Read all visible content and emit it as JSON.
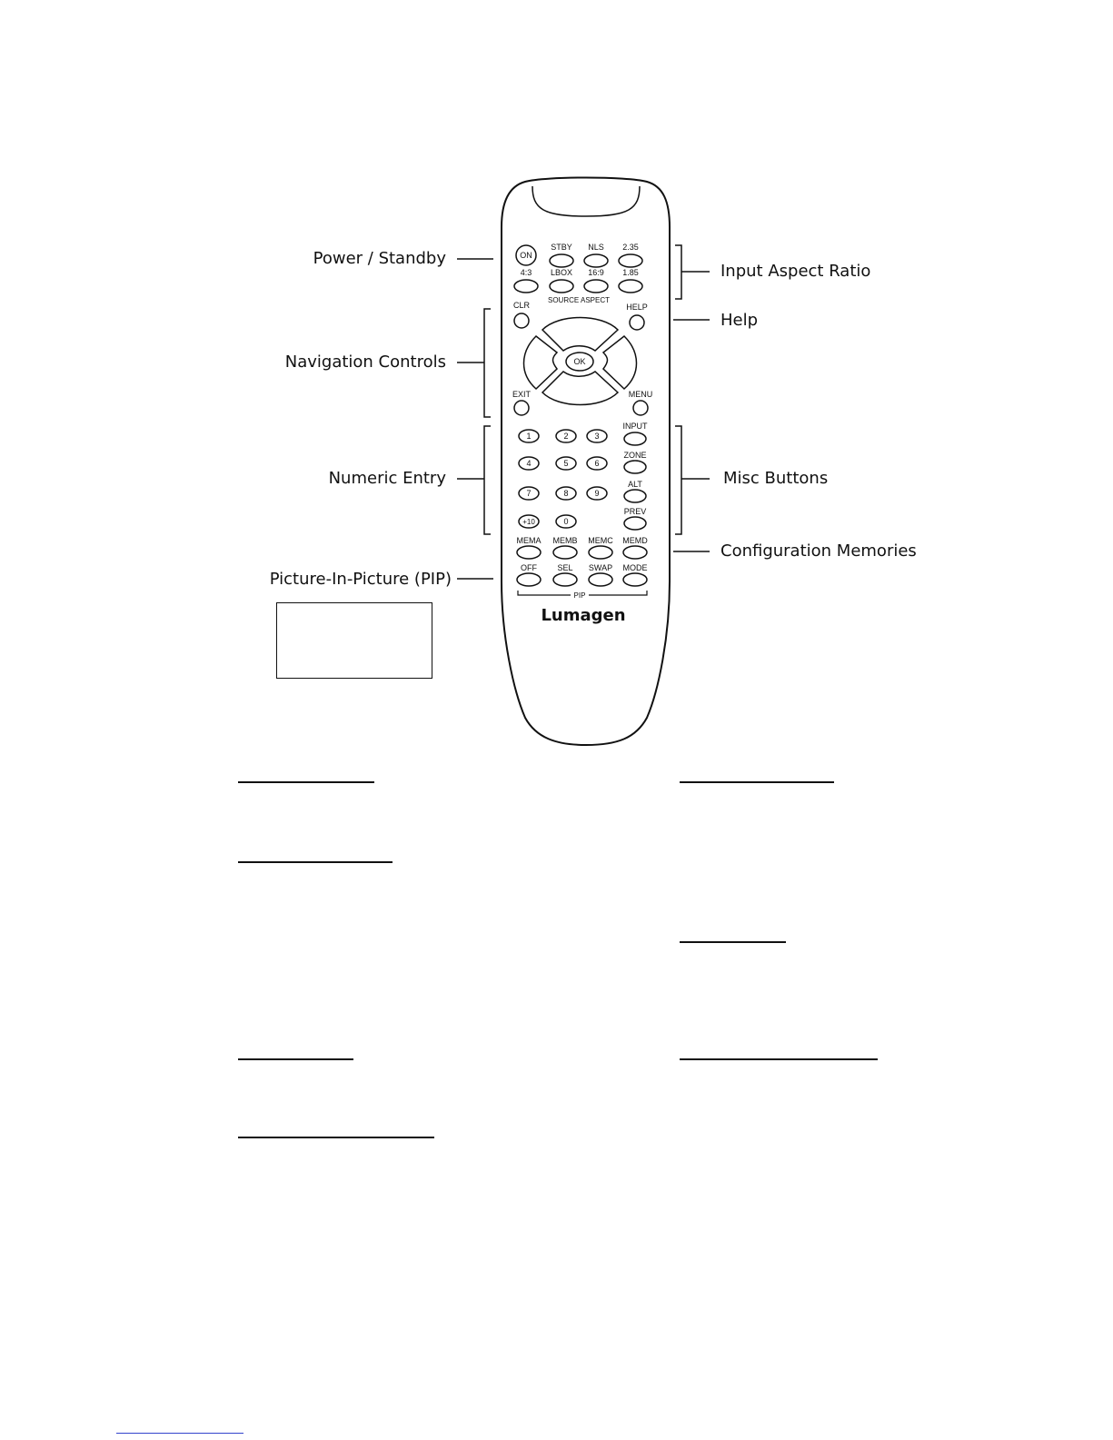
{
  "callouts": {
    "power_standby": "Power / Standby",
    "navigation_controls": "Navigation Controls",
    "numeric_entry": "Numeric Entry",
    "pip": "Picture-In-Picture (PIP)",
    "input_aspect_ratio": "Input Aspect Ratio",
    "help": "Help",
    "misc_buttons": "Misc Buttons",
    "configuration_memories": "Configuration Memories"
  },
  "remote": {
    "brand": "Lumagen",
    "power_row": [
      "ON",
      "STBY",
      "NLS",
      "2.35"
    ],
    "aspect_row": [
      "4:3",
      "LBOX",
      "16:9",
      "1.85"
    ],
    "source_aspect_label": "SOURCE ASPECT",
    "nav": {
      "clr": "CLR",
      "help": "HELP",
      "ok": "OK",
      "exit": "EXIT",
      "menu": "MENU"
    },
    "numeric": {
      "row1": [
        "1",
        "2",
        "3"
      ],
      "row2": [
        "4",
        "5",
        "6"
      ],
      "row3": [
        "7",
        "8",
        "9"
      ],
      "row4": [
        "+10",
        "0"
      ]
    },
    "misc": [
      "INPUT",
      "ZONE",
      "ALT",
      "PREV"
    ],
    "memories": [
      "MEMA",
      "MEMB",
      "MEMC",
      "MEMD"
    ],
    "pip_buttons": [
      "OFF",
      "SEL",
      "SWAP",
      "MODE"
    ],
    "pip_label": "PIP"
  }
}
